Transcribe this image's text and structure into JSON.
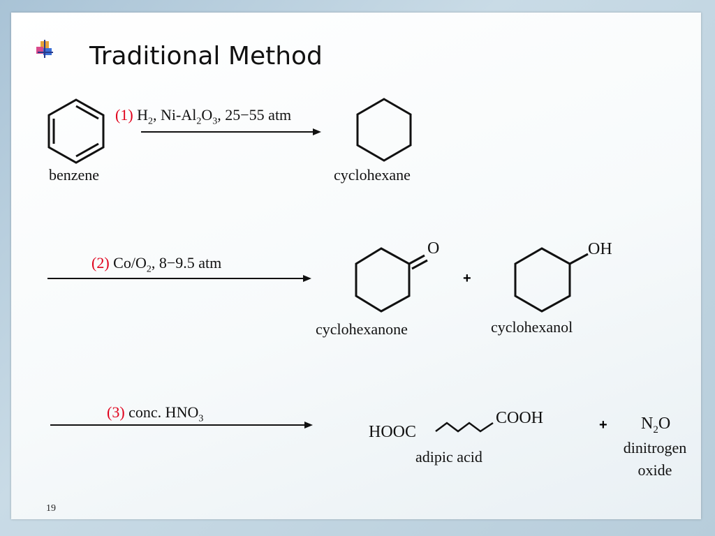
{
  "slide": {
    "title": "Traditional Method",
    "page_number": "19",
    "colors": {
      "accent_red": "#e0001b",
      "text": "#111111",
      "background": "#ffffff"
    },
    "icons": [
      "bullet-icon"
    ]
  },
  "reaction1": {
    "step": "(1)",
    "conditions": {
      "h": "H",
      "h_sub": "2",
      "mid": ", Ni-Al",
      "al_sub": "2",
      "o": "O",
      "o_sub": "3",
      "rest": ", 25−55 atm"
    },
    "reactant": "benzene",
    "product": "cyclohexane"
  },
  "reaction2": {
    "step": "(2)",
    "conditions": {
      "pre": "Co/O",
      "sub": "2",
      "rest": ", 8−9.5 atm"
    },
    "product1": "cyclohexanone",
    "product1_group": "O",
    "plus": "+",
    "product2": "cyclohexanol",
    "product2_group": "OH"
  },
  "reaction3": {
    "step": "(3)",
    "conditions": {
      "pre": "conc. HNO",
      "sub": "3"
    },
    "product1": "adipic acid",
    "product1_left": "HOOC",
    "product1_right": "COOH",
    "plus": "+",
    "product2_n": "N",
    "product2_sub": "2",
    "product2_o": "O",
    "product2_line1": "dinitrogen",
    "product2_line2": "oxide"
  }
}
